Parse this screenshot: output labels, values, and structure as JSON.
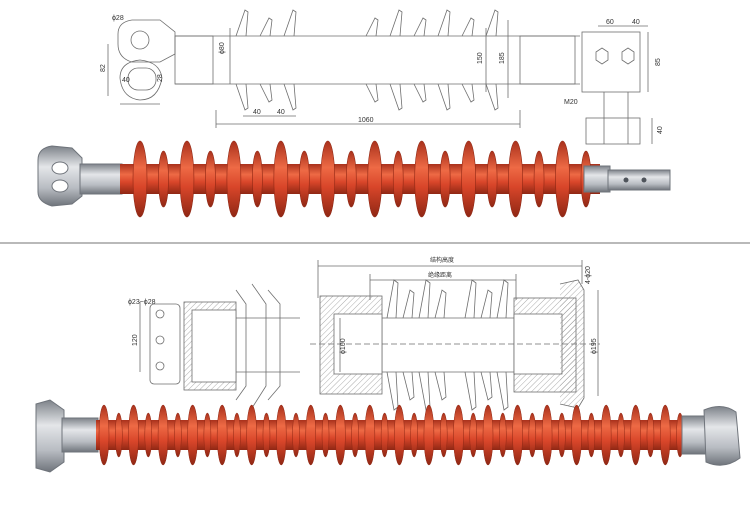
{
  "colors": {
    "insulator": "#d9462a",
    "insulator_dark": "#a9311c",
    "insulator_light": "#ee6a45",
    "metal": "#b8bcc2",
    "metal_dark": "#8d9299",
    "drawing_line": "#6e6e6e",
    "divider": "#b9b9b9"
  },
  "top": {
    "dims": {
      "hole_dia": "ϕ28",
      "rod_dia": "ϕ80",
      "eye_height": "82",
      "slot_width": "40",
      "slot_height": "28",
      "shed_pitch_a": "40",
      "shed_pitch_b": "40",
      "total_length": "1060",
      "shed_small": "150",
      "shed_large": "185",
      "bolt_spacing": "60",
      "bolt_edge": "40",
      "plate_height": "85",
      "bolt_thread": "M20",
      "plate_thickness": "40"
    }
  },
  "bottom": {
    "labels": {
      "structure_height": "结构高度",
      "creepage_distance": "绝缘距离"
    },
    "dims": {
      "ring_dia": "ϕ23~ϕ28",
      "flange_height": "120",
      "bore_dia": "ϕ100",
      "flange_dia": "ϕ195",
      "bolt_hole": "4-ϕ20"
    }
  }
}
